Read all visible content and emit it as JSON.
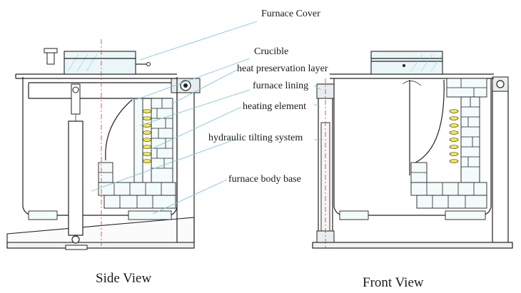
{
  "labels": {
    "furnace_cover": "Furnace Cover",
    "crucible": "Crucible",
    "heat_preservation_layer": "heat preservation layer",
    "furnace_lining": "furnace lining",
    "heating_element": "heating element",
    "hydraulic_tilting_system": "hydraulic tilting system",
    "furnace_body_base": "furnace body base"
  },
  "views": {
    "side": "Side View",
    "front": "Front View"
  },
  "colors": {
    "leader_lines": "#7fc4d8",
    "center_line": "#e24a3a",
    "heating_coil": "#f2e64a",
    "glass_fill": "#eaf6f8"
  }
}
